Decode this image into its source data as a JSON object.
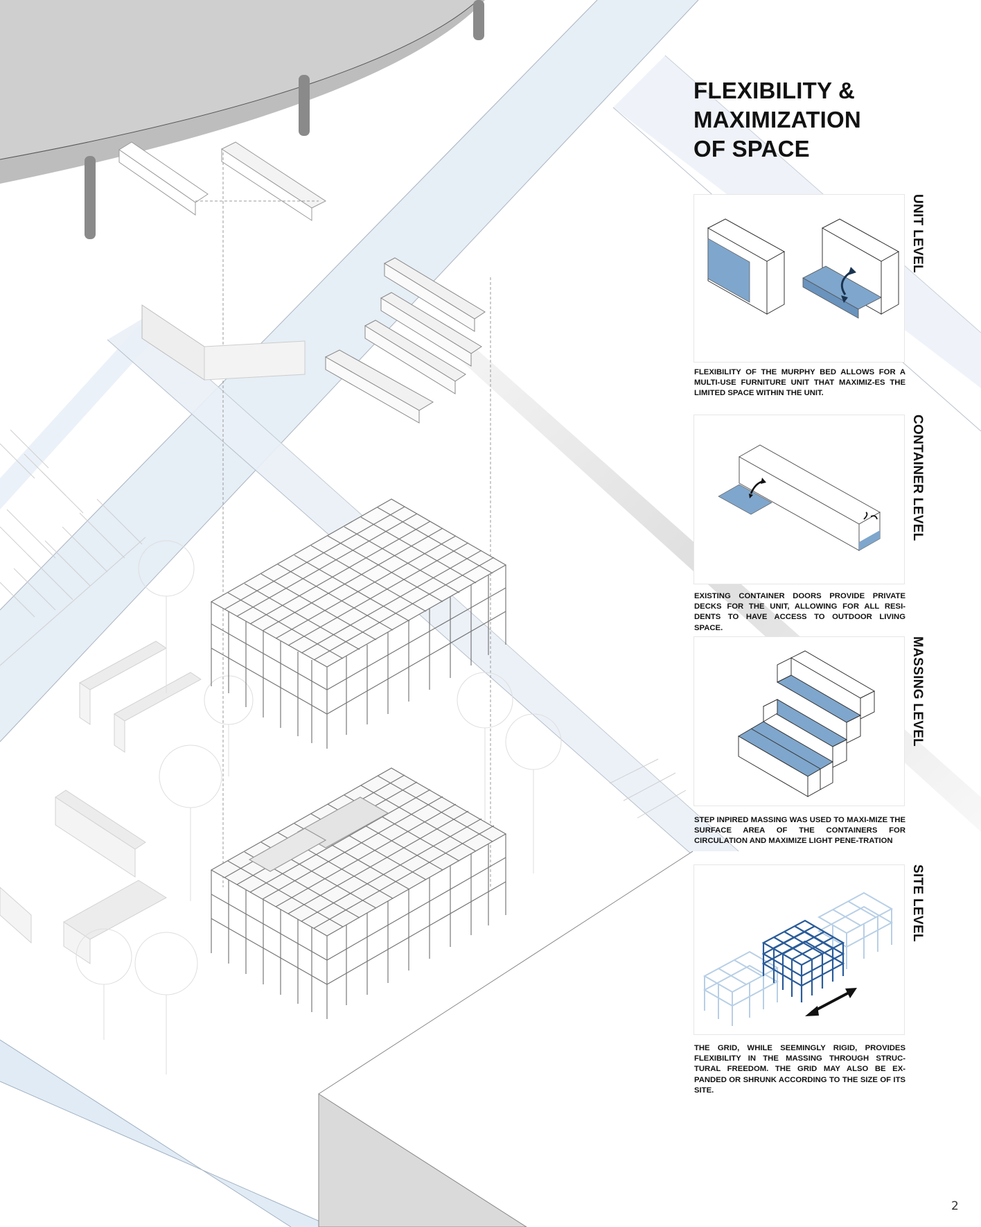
{
  "header": {
    "title_lines": [
      "FLEXIBILITY &",
      "MAXIMIZATION",
      "OF SPACE"
    ]
  },
  "panels": [
    {
      "label": "UNIT LEVEL",
      "icon": "murphy-bed-diagram-icon",
      "description": "FLEXIBILITY OF THE MURPHY BED ALLOWS FOR A MULTI-USE FURNITURE UNIT THAT MAXIMIZ-ES THE LIMITED SPACE WITHIN THE UNIT."
    },
    {
      "label": "CONTAINER LEVEL",
      "icon": "container-doors-diagram-icon",
      "description": "EXISTING CONTAINER DOORS PROVIDE PRIVATE DECKS FOR THE UNIT, ALLOWING FOR ALL RESI-DENTS TO HAVE ACCESS TO OUTDOOR LIVING SPACE."
    },
    {
      "label": "MASSING LEVEL",
      "icon": "stepped-massing-diagram-icon",
      "description": "STEP INPIRED MASSING WAS USED TO MAXI-MIZE THE SURFACE AREA OF THE CONTAINERS FOR CIRCULATION AND MAXIMIZE LIGHT PENE-TRATION"
    },
    {
      "label": "SITE LEVEL",
      "icon": "expandable-grid-diagram-icon",
      "description": "THE GRID, WHILE SEEMINGLY RIGID, PROVIDES FLEXIBILITY IN THE MASSING THROUGH STRUC-TURAL FREEDOM. THE GRID MAY ALSO BE EX-PANDED OR SHRUNK ACCORDING TO THE SIZE OF ITS SITE."
    }
  ],
  "footer": {
    "page_number": "2"
  },
  "colors": {
    "highlight_blue": "#7fa6cc",
    "grid_dark_blue": "#2a5c99",
    "grid_light_blue": "#b8cfe6",
    "road_blue": "#e3ecf5",
    "overpass_gray": "#cfcfcf",
    "overpass_edge_gray": "#bdbdbd",
    "pillar_gray": "#8a8a8a",
    "line_gray": "#9a9a9a"
  }
}
